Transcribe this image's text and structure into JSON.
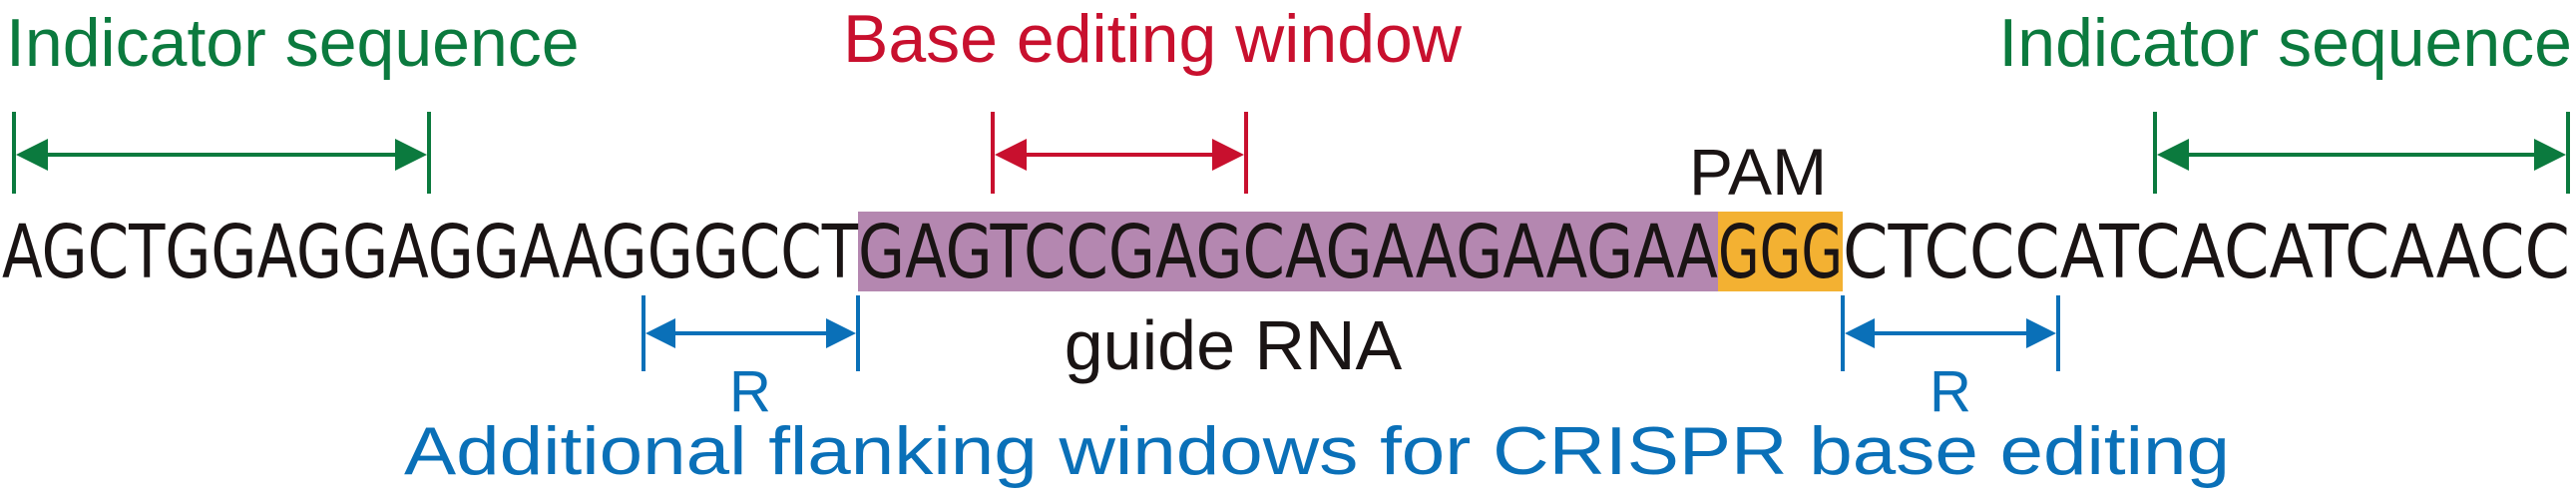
{
  "colors": {
    "indicator": "#0b7a3e",
    "window": "#c8102e",
    "flank": "#0a70b8",
    "text": "#1a1414",
    "guide_fill": "#b487b0",
    "pam_fill": "#f3b132"
  },
  "labels": {
    "indicator_left": "Indicator sequence",
    "indicator_right": "Indicator sequence",
    "base_window": "Base editing window",
    "pam": "PAM",
    "guide_rna": "guide RNA",
    "r_left": "R",
    "r_right": "R",
    "flanking": "Additional flanking windows for CRISPR base editing"
  },
  "sequence": {
    "before": "AGCTGGAGGAGGAAGGGCCT",
    "guide": "GAGTCCGAGCAGAAGAAGAA",
    "pam": "GGG",
    "after": "CTCCCATCACATCAACC"
  }
}
